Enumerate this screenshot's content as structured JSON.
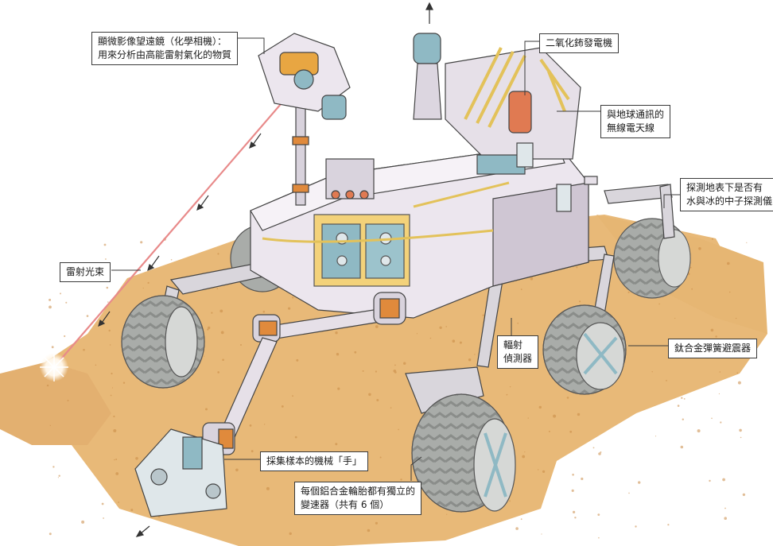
{
  "labels": {
    "camera": [
      "顯微影像望遠鏡（化學相機）：",
      "用來分析由高能雷射氣化的物質"
    ],
    "generator": [
      "二氧化鈽發電機"
    ],
    "antenna": [
      "與地球通訊的",
      "無線電天線"
    ],
    "neutron": [
      "探測地表下是否有",
      "水與冰的中子探測儀"
    ],
    "laser": [
      "雷射光束"
    ],
    "radiation": [
      "輻射",
      "偵測器"
    ],
    "spring": [
      "鈦合金彈簧避震器"
    ],
    "hand": [
      "採集樣本的機械「手」"
    ],
    "wheels": [
      "每個鋁合金輪胎都有獨立的",
      "變速器（共有 6 個）"
    ]
  },
  "colors": {
    "body": "#ece6ee",
    "body_shadow": "#cfc6d3",
    "ground": "#e8b978",
    "ground_dark": "#d49a55",
    "laser": "#e88a8a",
    "tire": "#a9aca9",
    "tire_dark": "#7d807d",
    "accent_orange": "#e08a3c",
    "accent_teal": "#8fb9c4",
    "cable_yellow": "#e3c25a"
  }
}
